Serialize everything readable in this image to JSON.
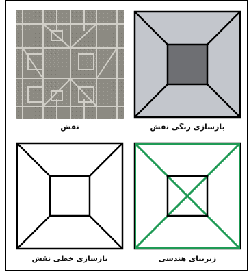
{
  "figure": {
    "captions": {
      "photo": "نقش",
      "color_reconstruction": "بازسازی رنگی نقش",
      "line_reconstruction": "بازسازی خطی نقش",
      "geometric_basis": "زیربنای هندسی"
    },
    "colors": {
      "frame": "#000000",
      "color_outer_fill": "#c3c6cc",
      "color_inner_fill": "#6e6f73",
      "geometry_diagonal": "#1f9a55",
      "stone_base": "#8c8a82",
      "stone_line": "#d8d6cf"
    }
  }
}
